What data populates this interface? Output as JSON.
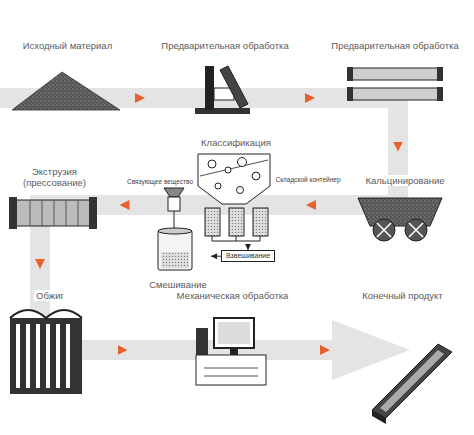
{
  "diagram": {
    "nodes": [
      {
        "text": [
          "Исходный материал"
        ]
      },
      {
        "text": [
          "Предварительная обработка"
        ]
      },
      {
        "text": [
          "Предварительная обработка"
        ]
      },
      {
        "text": [
          "Кальцинирование"
        ]
      },
      {
        "text": [
          "Классификация"
        ]
      },
      {
        "text": [
          "Взвешивание"
        ]
      },
      {
        "text": [
          "Смешивание"
        ]
      },
      {
        "text": [
          "Экструзия (прессование)"
        ]
      },
      {
        "text": [
          "Обжиг"
        ]
      },
      {
        "text": [
          "Механическая обработка"
        ]
      },
      {
        "text": [
          "Конечный продукт"
        ]
      }
    ],
    "edges": [
      {
        "from": 0,
        "to": 1,
        "arrow": "to"
      },
      {
        "from": 1,
        "to": 2,
        "arrow": "to"
      },
      {
        "from": 2,
        "to": 3,
        "arrow": "to"
      },
      {
        "from": 3,
        "to": 4,
        "arrow": "to"
      },
      {
        "from": 4,
        "to": 5,
        "arrow": "to"
      },
      {
        "from": 5,
        "to": 6,
        "arrow": "to"
      },
      {
        "from": 6,
        "to": 7,
        "arrow": "to"
      },
      {
        "from": 7,
        "to": 8,
        "arrow": "to"
      },
      {
        "from": 8,
        "to": 9,
        "arrow": "to"
      },
      {
        "from": 9,
        "to": 10,
        "arrow": "to"
      }
    ],
    "labels": [
      "Связующее вещество",
      "Складской контейнер"
    ]
  }
}
